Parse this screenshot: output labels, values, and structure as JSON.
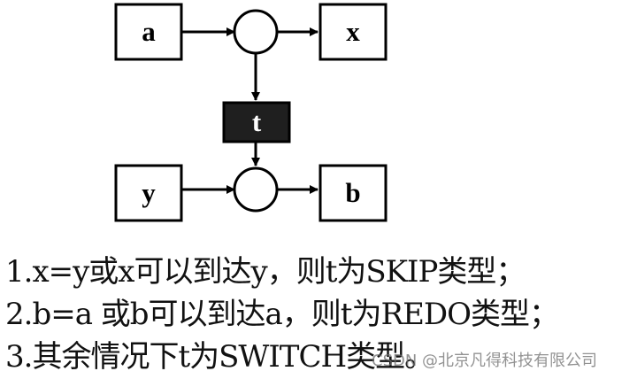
{
  "diagram": {
    "nodes": {
      "a": "a",
      "x": "x",
      "t": "t",
      "y": "y",
      "b": "b"
    }
  },
  "rules": [
    "1.x=y或x可以到达y，则t为SKIP类型；",
    "2.b=a 或b可以到达a，则t为REDO类型；",
    "3.其余情况下t为SWITCH类型。"
  ],
  "watermark": "CSDN @北京凡得科技有限公司",
  "colors": {
    "transition_fill": "#1f1f1f",
    "transition_text": "#ffffff",
    "stroke": "#000000"
  }
}
